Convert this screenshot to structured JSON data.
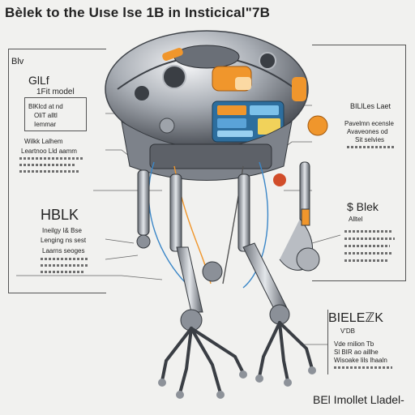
{
  "title": "Bèlek to the Uıse lse 1B in Insticical\"7B",
  "labels": {
    "top_left_corner": "Blv",
    "left_heading": "GlLf",
    "left_sub": "1Fit model",
    "left_box_1": "BlKlcd at nd ",
    "left_box_2": "OliT alltl",
    "left_box_3": "Iemmar",
    "left_mid_1": "Wilkk Lalhem",
    "left_mid_2": "Leartnoo Lld aamm",
    "left_large": "HBLK",
    "left_lower_1": "Ineilgy I& Bse",
    "left_lower_2": "Lenging ns sest",
    "left_lower_3": "Laarns seoges",
    "right_top": "BILlLes Laet",
    "right_mid_1": "Pavelmn ecensle",
    "right_mid_2": "Avaveones od",
    "right_mid_3": "Sit selvies",
    "right_large": "$ Blek",
    "right_sub": "Alltel",
    "right_lower_title": "BIELEℤK",
    "right_lower_sub": "V'DB",
    "right_lower_1": "Vde rnilion Tb",
    "right_lower_2": "Sl BIR ao aillhe",
    "right_lower_3": "Wisoake lils lhaaln",
    "bottom_right": "BEl Imollet Lladel-"
  },
  "colors": {
    "background": "#f1f1ef",
    "metal_dark": "#5d6168",
    "metal_light": "#c8ccd2",
    "accent_orange": "#f0962c",
    "accent_blue": "#5aa3d8",
    "accent_yellow": "#f1d25a",
    "line": "#555555"
  }
}
